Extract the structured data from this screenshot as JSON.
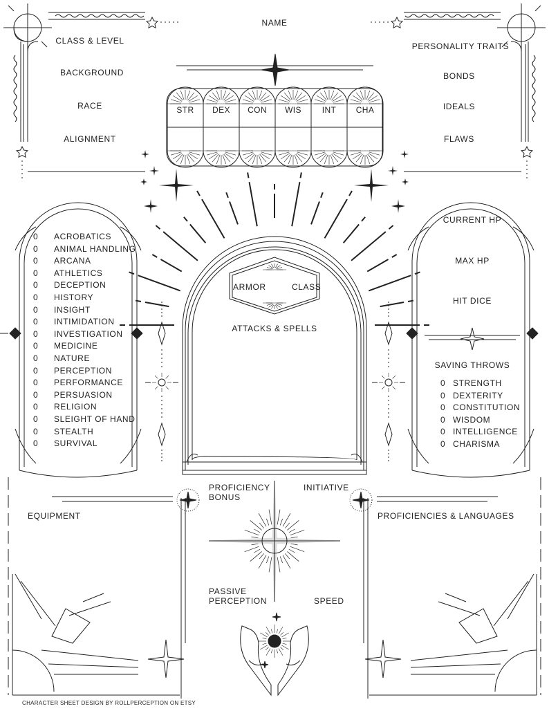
{
  "header": {
    "name": "NAME",
    "class_level": "CLASS & LEVEL",
    "background": "BACKGROUND",
    "race": "RACE",
    "alignment": "ALIGNMENT",
    "personality_traits": "PERSONALITY TRAITS",
    "bonds": "BONDS",
    "ideals": "IDEALS",
    "flaws": "FLAWS"
  },
  "abilities": [
    "STR",
    "DEX",
    "CON",
    "WIS",
    "INT",
    "CHA"
  ],
  "skills": {
    "marker": "0",
    "items": [
      "ACROBATICS",
      "ANIMAL HANDLING",
      "ARCANA",
      "ATHLETICS",
      "DECEPTION",
      "HISTORY",
      "INSIGHT",
      "INTIMIDATION",
      "INVESTIGATION",
      "MEDICINE",
      "NATURE",
      "PERCEPTION",
      "PERFORMANCE",
      "PERSUASION",
      "RELIGION",
      "SLEIGHT OF HAND",
      "STEALTH",
      "SURVIVAL"
    ]
  },
  "center": {
    "armor": "ARMOR",
    "class": "CLASS",
    "attacks_spells": "ATTACKS & SPELLS"
  },
  "right_panel": {
    "current_hp": "CURRENT HP",
    "max_hp": "MAX HP",
    "hit_dice": "HIT DICE",
    "saving_throws": "SAVING THROWS",
    "marker": "0",
    "saves": [
      "STRENGTH",
      "DEXTERITY",
      "CONSTITUTION",
      "WISDOM",
      "INTELLIGENCE",
      "CHARISMA"
    ]
  },
  "bottom": {
    "proficiency_bonus_1": "PROFICIENCY",
    "proficiency_bonus_2": "BONUS",
    "initiative": "INITIATIVE",
    "equipment": "EQUIPMENT",
    "proficiencies_languages": "PROFICIENCIES & LANGUAGES",
    "passive_perception_1": "PASSIVE",
    "passive_perception_2": "PERCEPTION",
    "speed": "SPEED"
  },
  "footer": {
    "credit": "CHARACTER SHEET DESIGN BY ROLLPERCEPTION ON ETSY"
  },
  "colors": {
    "ink": "#222222",
    "paper": "#ffffff"
  }
}
